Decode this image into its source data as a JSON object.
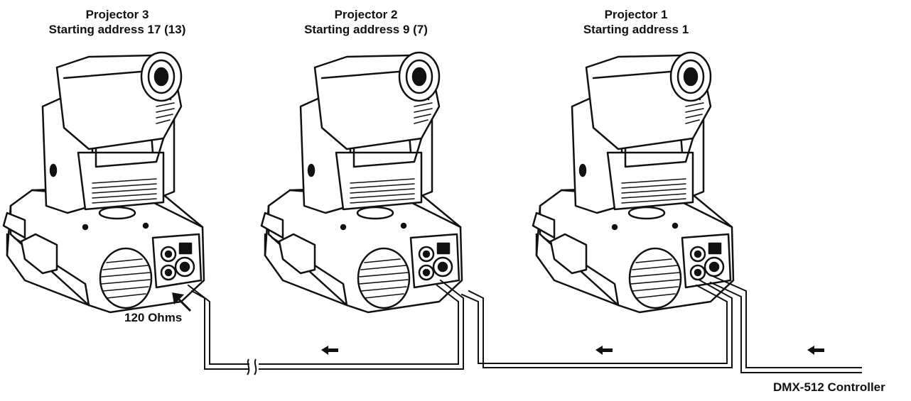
{
  "projectors": [
    {
      "name": "Projector 3",
      "address": "Starting address 17 (13)"
    },
    {
      "name": "Projector 2",
      "address": "Starting address 9 (7)"
    },
    {
      "name": "Projector 1",
      "address": "Starting address 1"
    }
  ],
  "terminator_label": "120 Ohms",
  "controller_label": "DMX-512 Controller",
  "signal_direction": "right-to-left",
  "colors": {
    "line": "#111111",
    "fill": "#ffffff"
  },
  "icons": [
    "moving-head-projector-icon",
    "direction-arrow-icon",
    "cable-break-icon"
  ]
}
